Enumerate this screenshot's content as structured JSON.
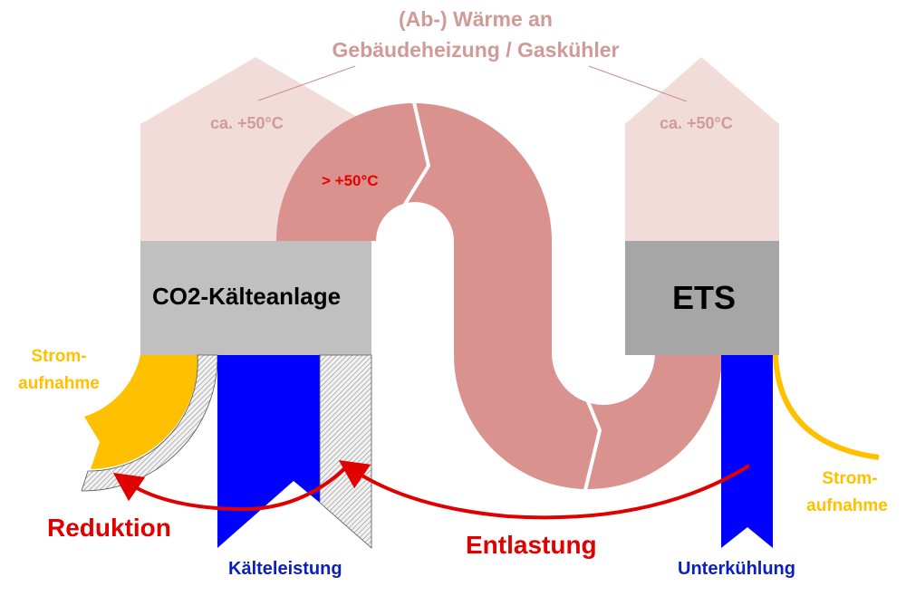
{
  "title": {
    "line1": "(Ab-) Wärme an",
    "line2": "Gebäudeheizung / Gaskühler"
  },
  "left_house": {
    "temp_label": "ca. +50°C"
  },
  "right_house": {
    "temp_label": "ca. +50°C"
  },
  "flow": {
    "temp_label": "> +50°C"
  },
  "units": {
    "co2_plant": "CO2-Kälteanlage",
    "ets": "ETS"
  },
  "labels": {
    "power_left_1": "Strom-",
    "power_left_2": "aufnahme",
    "power_right_1": "Strom-",
    "power_right_2": "aufnahme",
    "reduction": "Reduktion",
    "relief": "Entlastung",
    "cooling_capacity": "Kälteleistung",
    "subcooling": "Unterkühlung"
  },
  "colors": {
    "heat_light": "#f2dcda",
    "heat_flow": "#d9928d",
    "heat_text": "#d09a96",
    "plant_gray": "#c0c0c0",
    "ets_gray": "#a6a6a6",
    "cooling_blue": "#0000ff",
    "power_yellow": "#ffc000",
    "arrow_red": "#e00000",
    "label_blue": "#0a1fbf"
  }
}
